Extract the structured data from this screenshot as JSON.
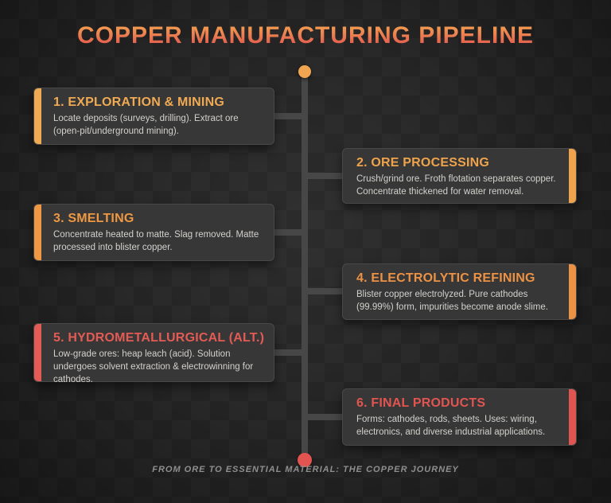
{
  "title": "COPPER MANUFACTURING PIPELINE",
  "footer": "FROM ORE TO ESSENTIAL MATERIAL: THE COPPER JOURNEY",
  "colors": {
    "background": "#242424",
    "background_check": "#292929",
    "card_background": "#373737",
    "card_border": "#484848",
    "body_text": "#d3d1cd",
    "connector": "#474747",
    "footer_text": "#8f8f8f",
    "title_gradient_top": "#f4a050",
    "title_gradient_bottom": "#e2564f"
  },
  "timeline": {
    "start_dot_color": "#f2a551",
    "end_dot_color": "#e25450",
    "line_color": "#474747"
  },
  "stages": [
    {
      "side": "left",
      "title": "1. EXPLORATION & MINING",
      "description": "Locate deposits (surveys, drilling). Extract ore (open-pit/underground mining).",
      "accent": "#f0aa54"
    },
    {
      "side": "right",
      "title": "2. ORE PROCESSING",
      "description": "Crush/grind ore. Froth flotation separates copper. Concentrate thickened for water removal.",
      "accent": "#efa44c"
    },
    {
      "side": "left",
      "title": "3. SMELTING",
      "description": "Concentrate heated to matte. Slag removed. Matte processed into blister copper.",
      "accent": "#ee9843"
    },
    {
      "side": "right",
      "title": "4. ELECTROLYTIC REFINING",
      "description": "Blister copper electrolyzed. Pure cathodes (99.99%) form, impurities become anode slime.",
      "accent": "#ec9245"
    },
    {
      "side": "left",
      "title": "5. HYDROMETALLURGICAL (ALT.)",
      "description": "Low-grade ores: heap leach (acid). Solution undergoes solvent extraction & electrowinning for cathodes.",
      "accent": "#e35b54"
    },
    {
      "side": "right",
      "title": "6. FINAL PRODUCTS",
      "description": "Forms: cathodes, rods, sheets. Uses: wiring, electronics, and diverse industrial applications.",
      "accent": "#e15551"
    }
  ]
}
